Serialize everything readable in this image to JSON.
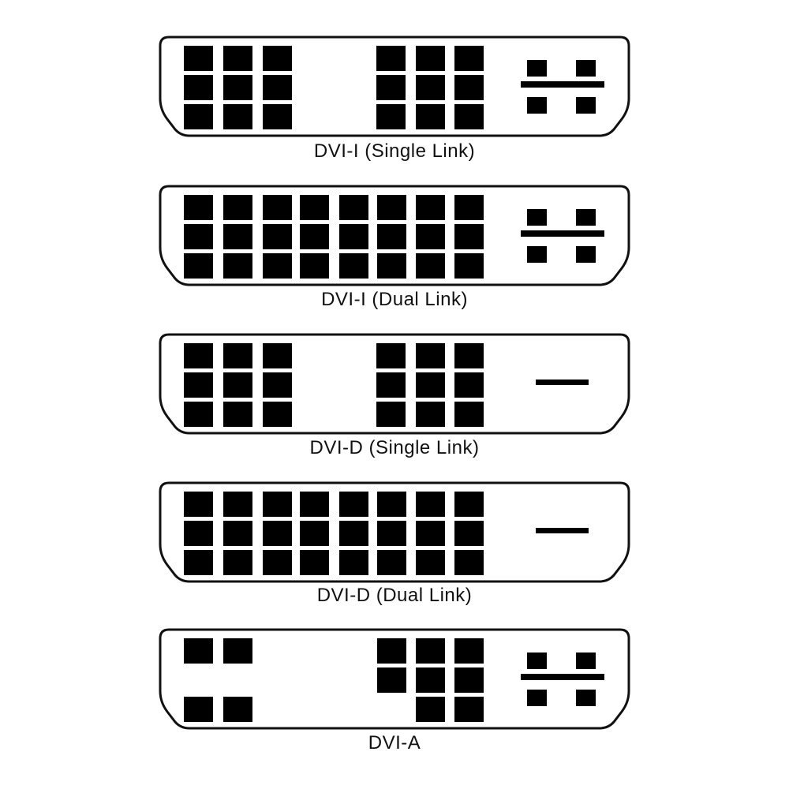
{
  "connectors": [
    {
      "label": "DVI-I (Single Link)",
      "pins": [
        "111000111",
        "111000111",
        "111000111"
      ],
      "analog": "cross"
    },
    {
      "label": "DVI-I (Dual Link)",
      "pins": [
        "11111111",
        "11111111",
        "11111111"
      ],
      "analog": "cross"
    },
    {
      "label": "DVI-D (Single Link)",
      "pins": [
        "111000111",
        "111000111",
        "111000111"
      ],
      "analog": "dash"
    },
    {
      "label": "DVI-D (Dual Link)",
      "pins": [
        "11111111",
        "11111111",
        "11111111"
      ],
      "analog": "dash"
    },
    {
      "label": "DVI-A",
      "pins": [
        "11000111",
        "00000111",
        "11000011"
      ],
      "analog": "cross"
    }
  ],
  "colors": {
    "pin": "#000000",
    "outline": "#111111",
    "background": "#ffffff"
  }
}
